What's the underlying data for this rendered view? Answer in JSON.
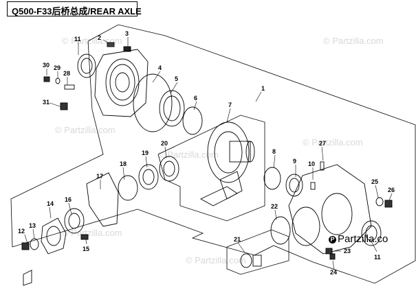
{
  "title": "Q500-F33后桥总成/REAR AXLE",
  "watermark": "© Partzilla.com",
  "brand": {
    "symbol": "P",
    "text": "Partzilla.co"
  },
  "callouts": [
    "1",
    "2",
    "3",
    "4",
    "5",
    "6",
    "7",
    "8",
    "9",
    "10",
    "11",
    "12",
    "13",
    "14",
    "15",
    "16",
    "17",
    "18",
    "19",
    "20",
    "21",
    "22",
    "23",
    "24",
    "25",
    "26",
    "27",
    "28",
    "29",
    "30",
    "31",
    "11"
  ],
  "colors": {
    "line": "#000000",
    "watermark": "#d8d8d8",
    "background": "#ffffff"
  }
}
